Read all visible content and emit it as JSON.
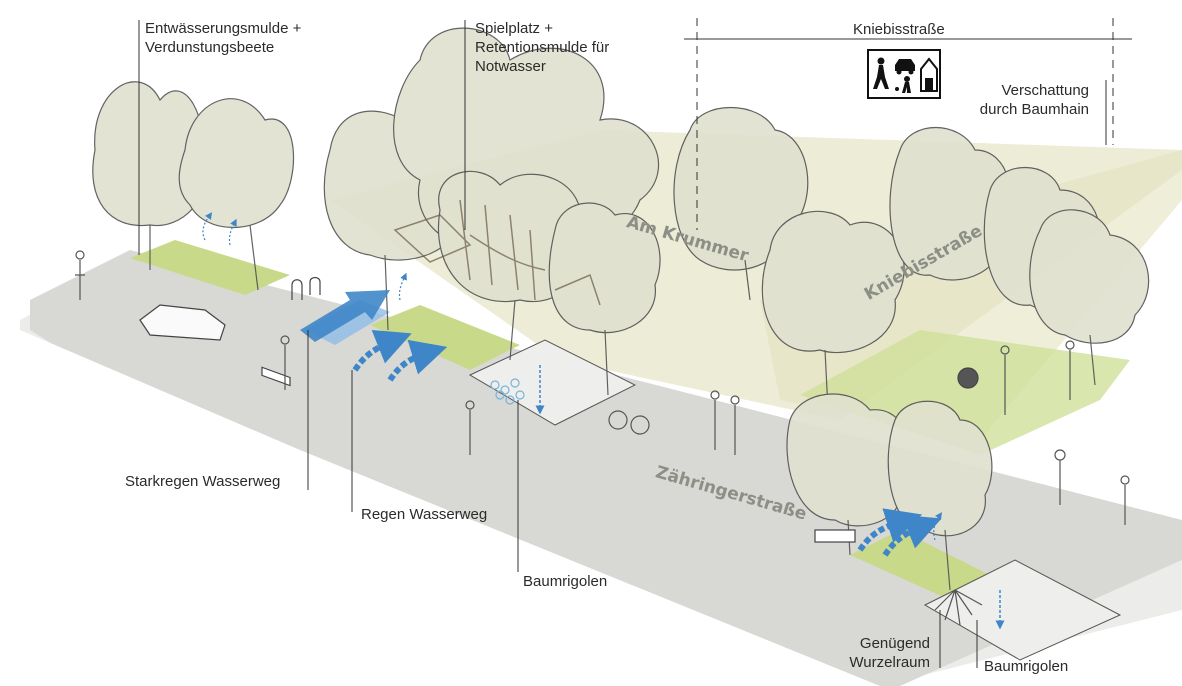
{
  "labels": {
    "entwaesserung_line1": "Entwässerungsmulde +",
    "entwaesserung_line2": "Verdunstungsbeete",
    "spielplatz_line1": "Spielplatz +",
    "spielplatz_line2": "Retentionsmulde für",
    "spielplatz_line3": "Notwasser",
    "kniebis_header": "Kniebisstraße",
    "verschattung_line1": "Verschattung",
    "verschattung_line2": "durch Baumhain",
    "starkregen": "Starkregen Wasserweg",
    "regen": "Regen Wasserweg",
    "baumrigolen_center": "Baumrigolen",
    "wurzel_line1": "Genügend",
    "wurzel_line2": "Wurzelraum",
    "baumrigolen_right": "Baumrigolen"
  },
  "streets": {
    "am_krummer": "Am Krummer",
    "kniebisstrasse": "Kniebisstraße",
    "zaehringerstrasse": "Zähringerstraße"
  },
  "sign": {
    "icons": [
      "pedestrian-icon",
      "car-icon",
      "house-icon",
      "child-icon"
    ]
  },
  "colors": {
    "road": "#d9d9d6",
    "sidewalk": "#ececea",
    "shade_zone": "#dedfb8",
    "green_strip": "#c9d98a",
    "tree_fill": "#dfe0cc",
    "water_arrow": "#3f86c8",
    "outline": "#4a4a4a",
    "text": "#2b2b2b"
  }
}
